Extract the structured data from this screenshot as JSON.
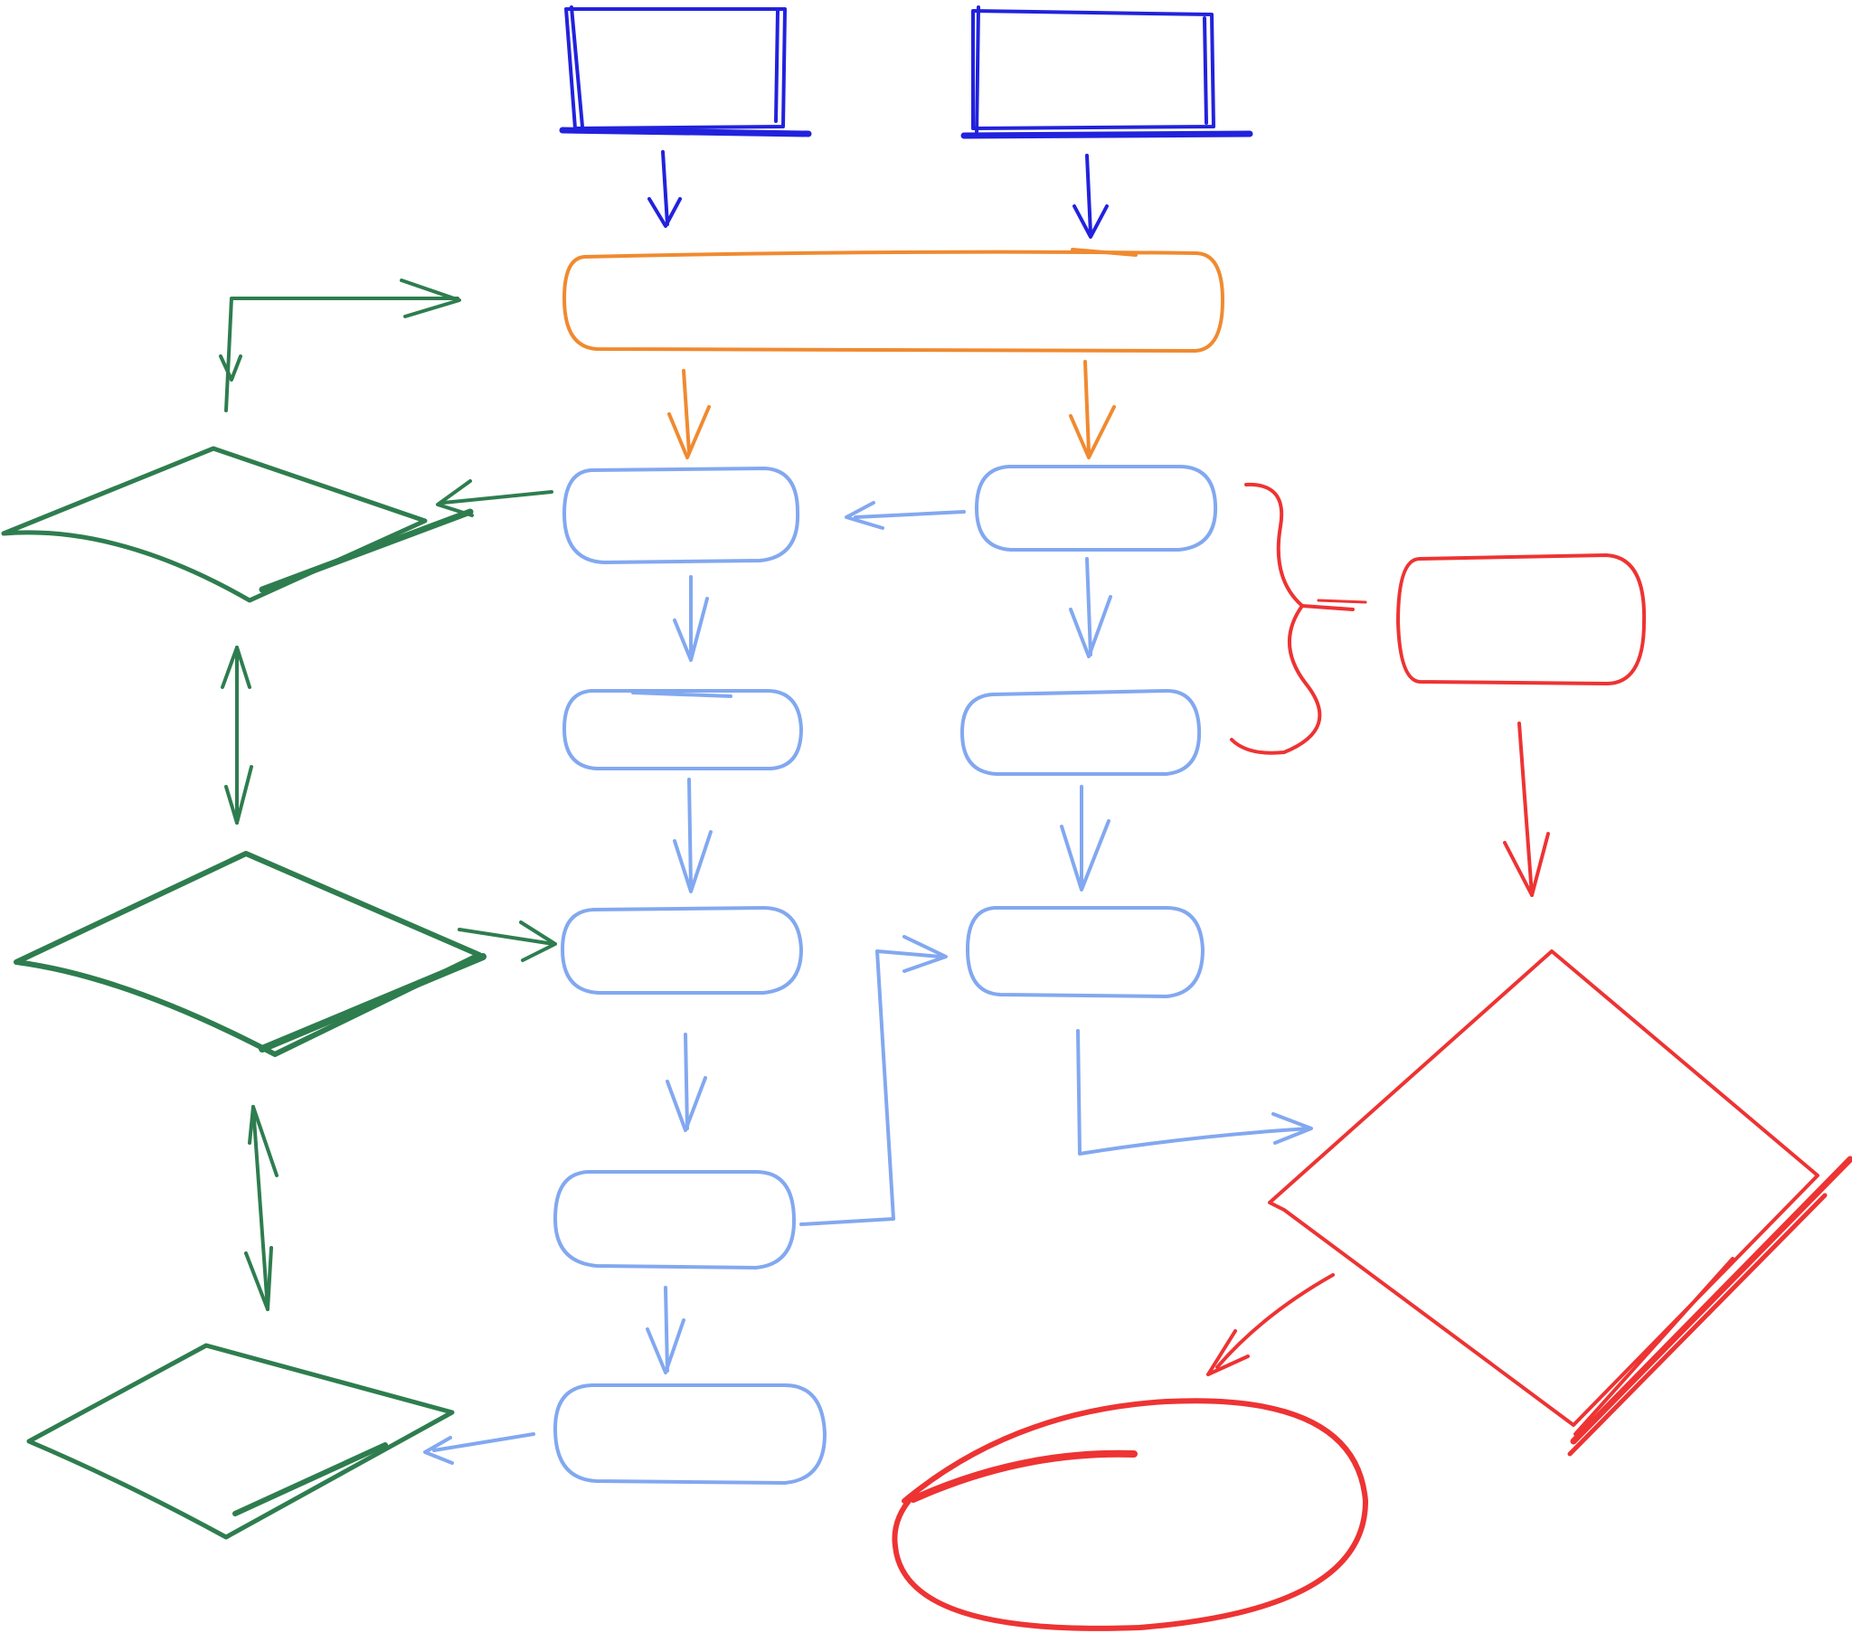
{
  "diagram": {
    "kind": "hand-drawn flowchart (no labels)",
    "colors": {
      "top_boxes": "#2222dd",
      "merge_bar": "#f08a30",
      "process": "#82a8f0",
      "left_decisions": "#2e7d4f",
      "right_branch": "#ee3333"
    },
    "shapes": [
      "top-box-left",
      "top-box-right",
      "merge-bar",
      "process-1a",
      "process-1b",
      "process-2a",
      "process-2b",
      "process-3a",
      "process-3b",
      "process-4a",
      "process-5a",
      "side-box",
      "decision-left-1",
      "decision-left-2",
      "decision-left-3",
      "decision-right",
      "terminator-ellipse"
    ]
  }
}
